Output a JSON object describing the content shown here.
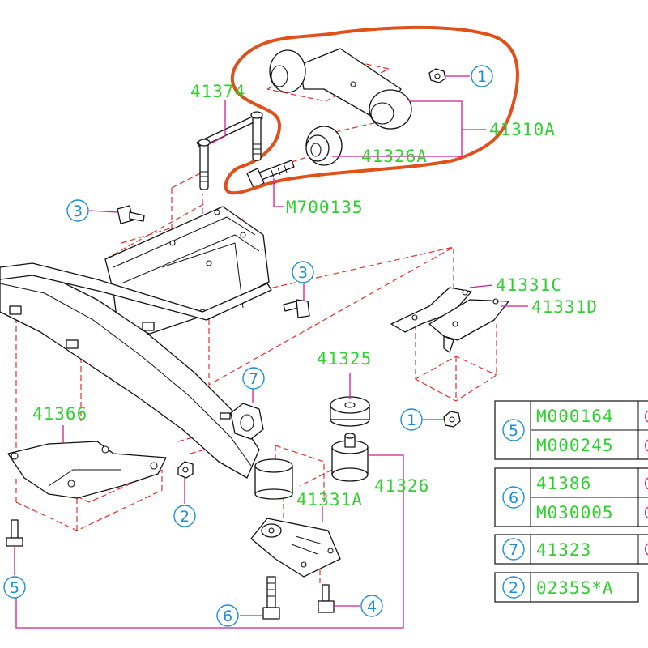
{
  "labels": {
    "p41374": "41374",
    "p41310A": "41310A",
    "p41326A": "41326A",
    "pM700135": "M700135",
    "p41331C": "41331C",
    "p41331D": "41331D",
    "p41325": "41325",
    "p41366": "41366",
    "p41331A": "41331A",
    "p41326": "41326"
  },
  "refs": {
    "r1_top": "1",
    "r3_left": "3",
    "r3_mid": "3",
    "r7": "7",
    "r1_mid": "1",
    "r2": "2",
    "r5": "5",
    "r6": "6",
    "r4": "4"
  },
  "table": {
    "row5_ref": "5",
    "row5_a": "M000164",
    "row5_b": "M000245",
    "row6_ref": "6",
    "row6_a": "41386",
    "row6_b": "M030005",
    "row7_ref": "7",
    "row7_a": "41323",
    "row2_ref": "2",
    "row2_a": "0235S*A"
  },
  "colors": {
    "part_number": "#2fd12f",
    "reference_circle": "#1b8fd6",
    "leader_line": "#d01e8c",
    "phantom_line": "#e0312f",
    "highlight": "#e2501a"
  }
}
